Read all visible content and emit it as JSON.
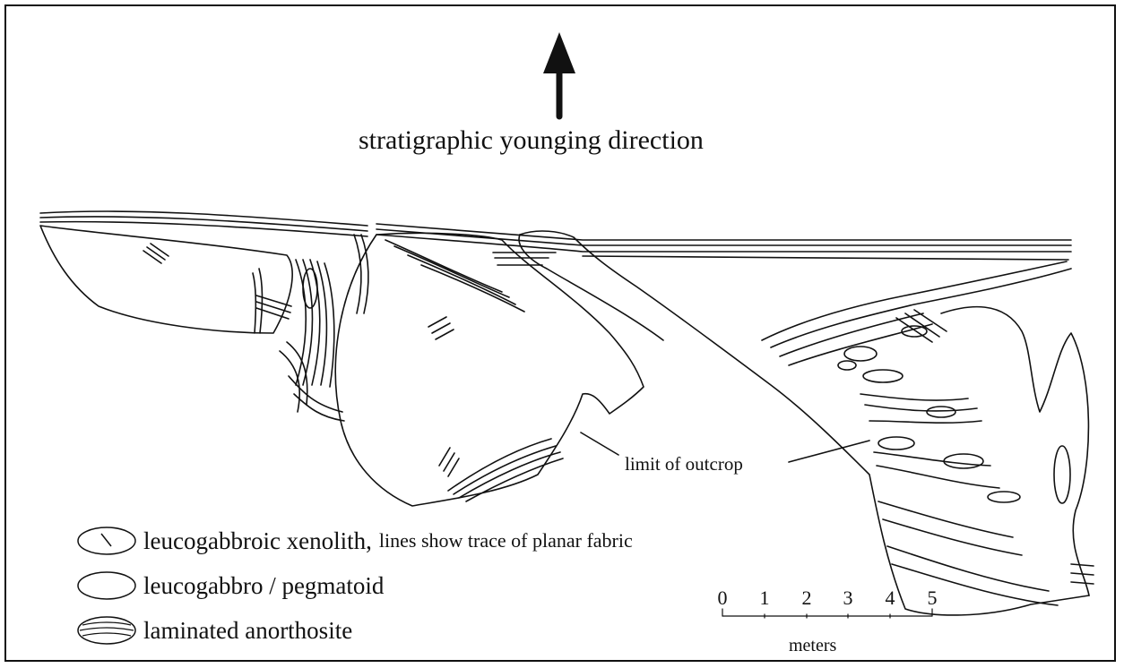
{
  "diagram": {
    "title": "stratigraphic younging direction",
    "outcrop_label": "limit of outcrop",
    "legend": [
      {
        "icon": "xenolith-icon",
        "label": "leucogabbroic xenolith,",
        "note": "lines show trace of planar fabric"
      },
      {
        "icon": "pegmatoid-icon",
        "label": "leucogabbro / pegmatoid",
        "note": ""
      },
      {
        "icon": "laminated-icon",
        "label": "laminated anorthosite",
        "note": ""
      }
    ],
    "scale": {
      "ticks": [
        "0",
        "1",
        "2",
        "3",
        "4",
        "5"
      ],
      "unit": "meters"
    }
  }
}
